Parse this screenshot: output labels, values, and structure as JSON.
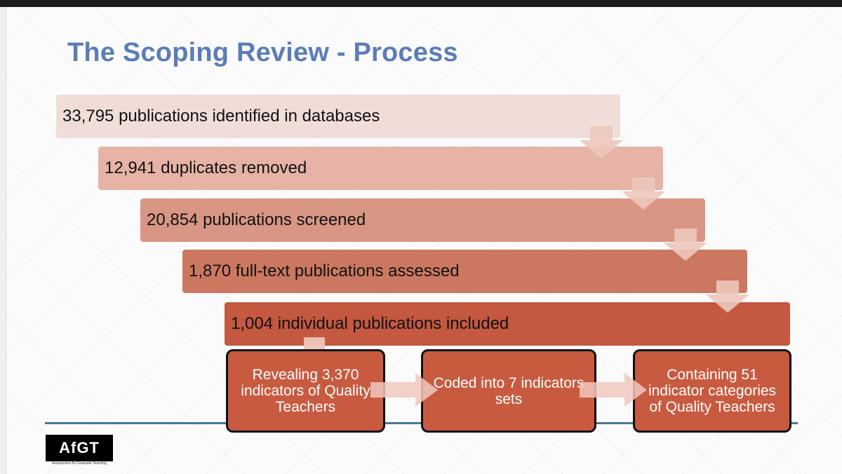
{
  "slide": {
    "title": "The Scoping Review - Process",
    "steps": [
      {
        "label": "33,795 publications identified in databases",
        "color": "#f1ddd7"
      },
      {
        "label": "12,941 duplicates removed",
        "color": "#e6b3a6"
      },
      {
        "label": "20,854 publications screened",
        "color": "#d99684"
      },
      {
        "label": "1,870 full-text publications assessed",
        "color": "#cc7860"
      },
      {
        "label": "1,004 individual publications included",
        "color": "#c45840"
      }
    ],
    "results": [
      {
        "label": "Revealing 3,370 indicators of Quality Teachers"
      },
      {
        "label": "Coded into 7 indicators sets"
      },
      {
        "label": "Containing 51 indicator categories of Quality Teachers"
      }
    ],
    "logo": {
      "text": "AfGT",
      "subtitle": "Assessment for Graduate Teaching"
    }
  }
}
